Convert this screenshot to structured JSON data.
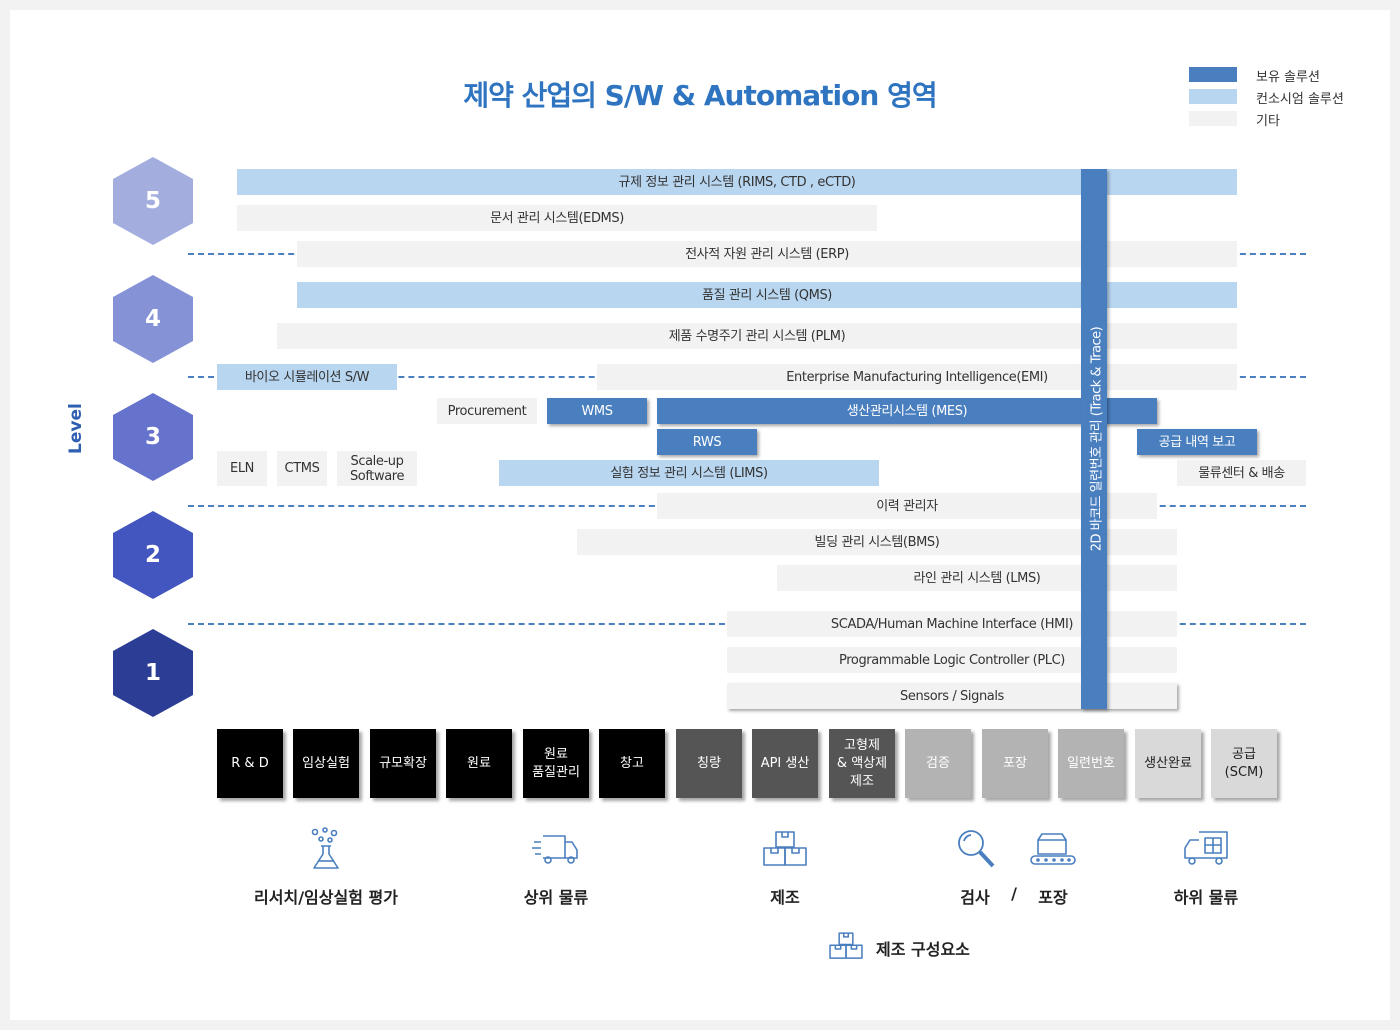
{
  "title": "제약 산업의 S/W & Automation 영역",
  "legend": [
    {
      "label": "보유 솔루션",
      "color": "#4a7fbf"
    },
    {
      "label": "컨소시엄 솔루션",
      "color": "#b9d6f0"
    },
    {
      "label": "기타",
      "color": "#f2f2f2"
    }
  ],
  "axis_label": "Level",
  "levels": [
    {
      "num": "5",
      "color": "#a3aedf"
    },
    {
      "num": "4",
      "color": "#8592d6"
    },
    {
      "num": "3",
      "color": "#6573cc"
    },
    {
      "num": "2",
      "color": "#4355be"
    },
    {
      "num": "1",
      "color": "#2c3d95"
    }
  ],
  "bars": {
    "rims": "규제 정보 관리 시스템 (RIMS, CTD , eCTD)",
    "edms": "문서 관리 시스템(EDMS)",
    "erp": "전사적 자원 관리 시스템 (ERP)",
    "qms": "품질 관리 시스템 (QMS)",
    "plm": "제품 수명주기 관리 시스템 (PLM)",
    "bio": "바이오 시뮬레이션 S/W",
    "emi": "Enterprise Manufacturing Intelligence(EMI)",
    "procurement": "Procurement",
    "wms": "WMS",
    "mes": "생산관리시스템 (MES)",
    "rws": "RWS",
    "supply_report": "공급 내역 보고",
    "eln": "ELN",
    "ctms": "CTMS",
    "scaleup_1": "Scale-up",
    "scaleup_2": "Software",
    "lims": "실험 정보 관리 시스템 (LIMS)",
    "logistics": "물류센터 & 배송",
    "history": "이력 관리자",
    "bms": "빌딩 관리 시스템(BMS)",
    "lms": "라인 관리 시스템 (LMS)",
    "scada": "SCADA/Human Machine Interface (HMI)",
    "plc": "Programmable Logic Controller (PLC)",
    "sensors": "Sensors / Signals",
    "track": "2D 바코드 일련번호 관리 (Track & Trace)"
  },
  "stages": [
    {
      "l1": "R & D",
      "l2": "",
      "l3": ""
    },
    {
      "l1": "임상실험",
      "l2": "",
      "l3": ""
    },
    {
      "l1": "규모확장",
      "l2": "",
      "l3": ""
    },
    {
      "l1": "원료",
      "l2": "",
      "l3": ""
    },
    {
      "l1": "원료",
      "l2": "품질관리",
      "l3": ""
    },
    {
      "l1": "창고",
      "l2": "",
      "l3": ""
    },
    {
      "l1": "칭량",
      "l2": "",
      "l3": ""
    },
    {
      "l1": "API 생산",
      "l2": "",
      "l3": ""
    },
    {
      "l1": "고형제",
      "l2": "& 액상제",
      "l3": "제조"
    },
    {
      "l1": "검증",
      "l2": "",
      "l3": ""
    },
    {
      "l1": "포장",
      "l2": "",
      "l3": ""
    },
    {
      "l1": "일련번호",
      "l2": "",
      "l3": ""
    },
    {
      "l1": "생산완료",
      "l2": "",
      "l3": ""
    },
    {
      "l1": "공급",
      "l2": "(SCM)",
      "l3": ""
    }
  ],
  "categories": {
    "research": "리서치/임상실험 평가",
    "upstream": "상위 물류",
    "manufacturing": "제조",
    "inspection": "검사",
    "slash": "/",
    "packaging": "포장",
    "downstream": "하위 물류",
    "components": "제조 구성요소"
  },
  "icons": {
    "research": "flask-icon",
    "upstream": "delivery-truck-icon",
    "manufacturing": "boxes-icon",
    "inspection": "magnifier-icon",
    "packaging": "conveyor-package-icon",
    "downstream": "cargo-truck-icon",
    "components": "boxes-icon"
  }
}
